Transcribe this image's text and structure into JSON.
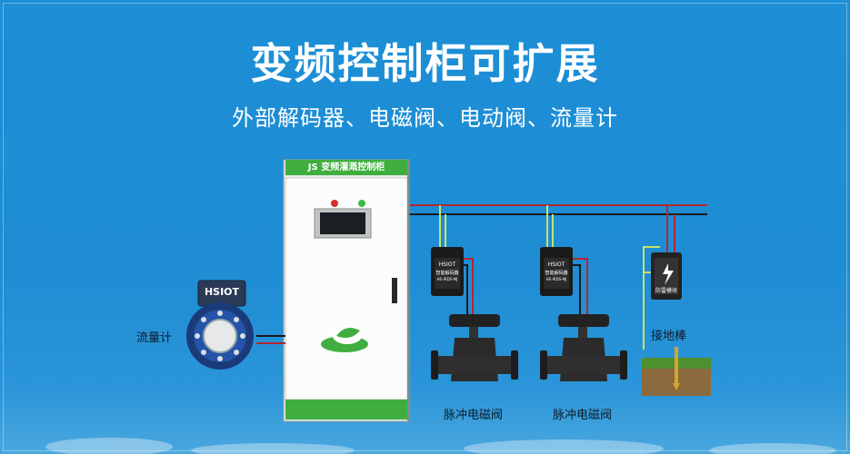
{
  "title": "变频控制柜可扩展",
  "subtitle": "外部解码器、电磁阀、电动阀、流量计",
  "cabinet": {
    "header": "JS 变频灌溉控制柜",
    "header_color": "#3fae3f",
    "body_color": "#f4f6f4"
  },
  "flowmeter": {
    "label": "流量计",
    "brand": "HSIOT"
  },
  "decoders": [
    {
      "brand": "HSIOT",
      "model": "智能解码器",
      "sub": "HS-IRDS-MJ"
    },
    {
      "brand": "HSIOT",
      "model": "智能解码器",
      "sub": "HS-IRDS-MJ"
    }
  ],
  "valves": [
    {
      "label": "脉冲电磁阀"
    },
    {
      "label": "脉冲电磁阀"
    }
  ],
  "surge": {
    "model": "防雷模块"
  },
  "ground_rod": {
    "label": "接地棒"
  },
  "colors": {
    "background": "#1f8dd4",
    "wire_black": "#1a1a1a",
    "wire_red": "#b3262e",
    "wire_green": "#c8e06a"
  }
}
